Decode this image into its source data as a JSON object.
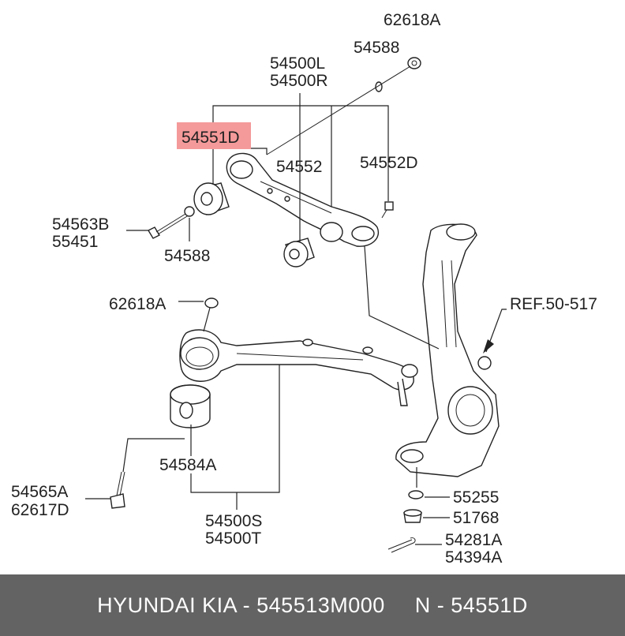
{
  "labels": {
    "l_62618A_top": "62618A",
    "l_54588_top": "54588",
    "l_54500L": "54500L",
    "l_54500R": "54500R",
    "l_54551D": "54551D",
    "l_54552": "54552",
    "l_54552D": "54552D",
    "l_54563B": "54563B",
    "l_55451": "55451",
    "l_54588_mid": "54588",
    "l_62618A_mid": "62618A",
    "l_REF": "REF.50-517",
    "l_54584A": "54584A",
    "l_54565A": "54565A",
    "l_62617D": "62617D",
    "l_54500S": "54500S",
    "l_54500T": "54500T",
    "l_55255": "55255",
    "l_51768": "51768",
    "l_54281A": "54281A",
    "l_54394A": "54394A"
  },
  "highlight_color": "#f49a9a",
  "footer": {
    "brand": "HYUNDAI  KIA - 545513M000",
    "ref": "N - 54551D"
  }
}
